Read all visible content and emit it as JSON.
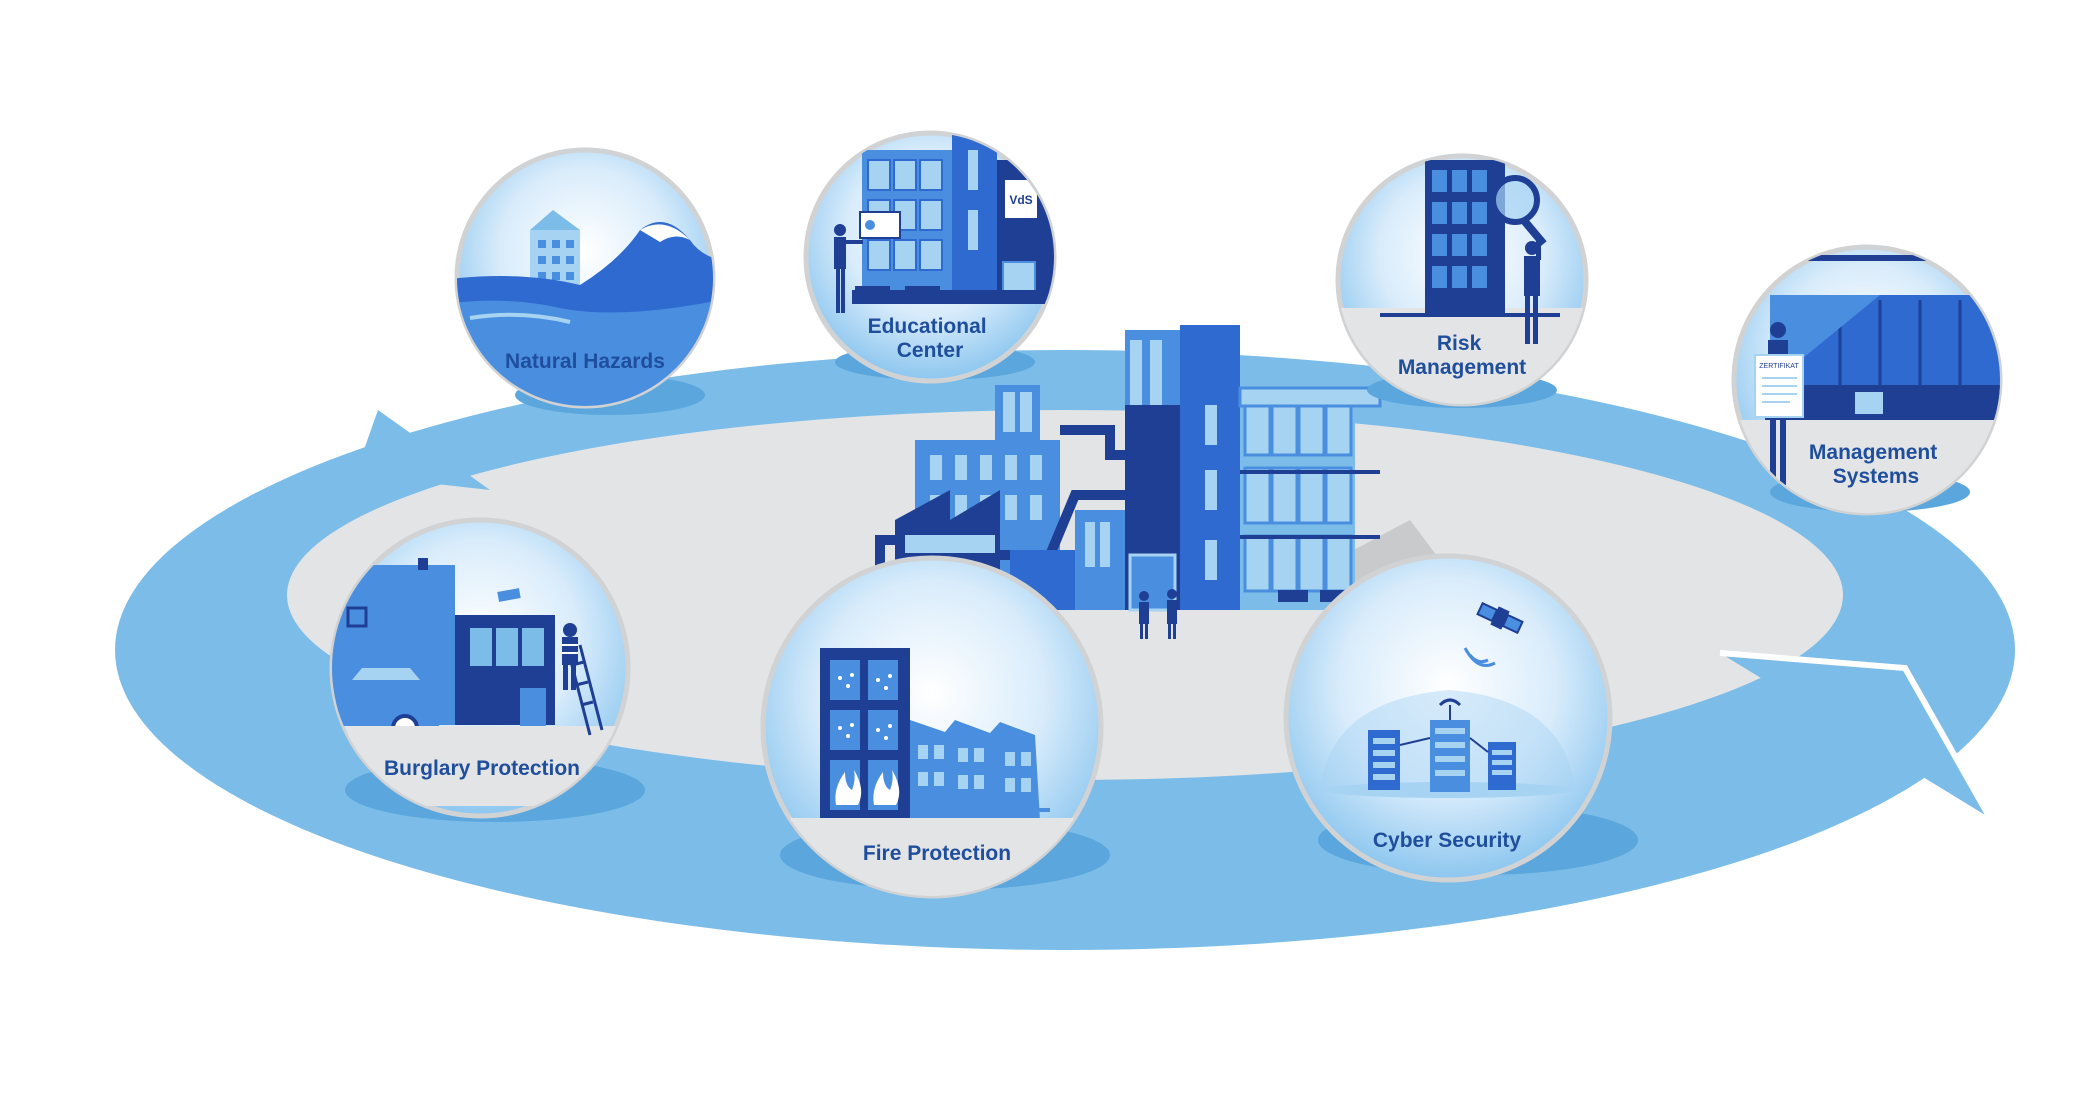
{
  "colors": {
    "ring": "#7bbde8",
    "ring_dark": "#5aa6dd",
    "inner": "#e3e4e6",
    "navy": "#1e3f94",
    "blue": "#2f6ad0",
    "mid": "#4a8ee0",
    "light": "#a7d3f3",
    "label": "#1f4e9c"
  },
  "badge": {
    "vds_logo_text": "VdS"
  },
  "certificate": {
    "text": "ZERTIFIKAT"
  },
  "topics": [
    {
      "id": "natural-hazards",
      "lines": [
        "Natural Hazards"
      ]
    },
    {
      "id": "educational-center",
      "lines": [
        "Educational",
        "Center"
      ]
    },
    {
      "id": "risk-management",
      "lines": [
        "Risk",
        "Management"
      ]
    },
    {
      "id": "management-systems",
      "lines": [
        "Management",
        "Systems"
      ]
    },
    {
      "id": "burglary-protection",
      "lines": [
        "Burglary Protection"
      ]
    },
    {
      "id": "fire-protection",
      "lines": [
        "Fire Protection"
      ]
    },
    {
      "id": "cyber-security",
      "lines": [
        "Cyber Security"
      ]
    }
  ]
}
